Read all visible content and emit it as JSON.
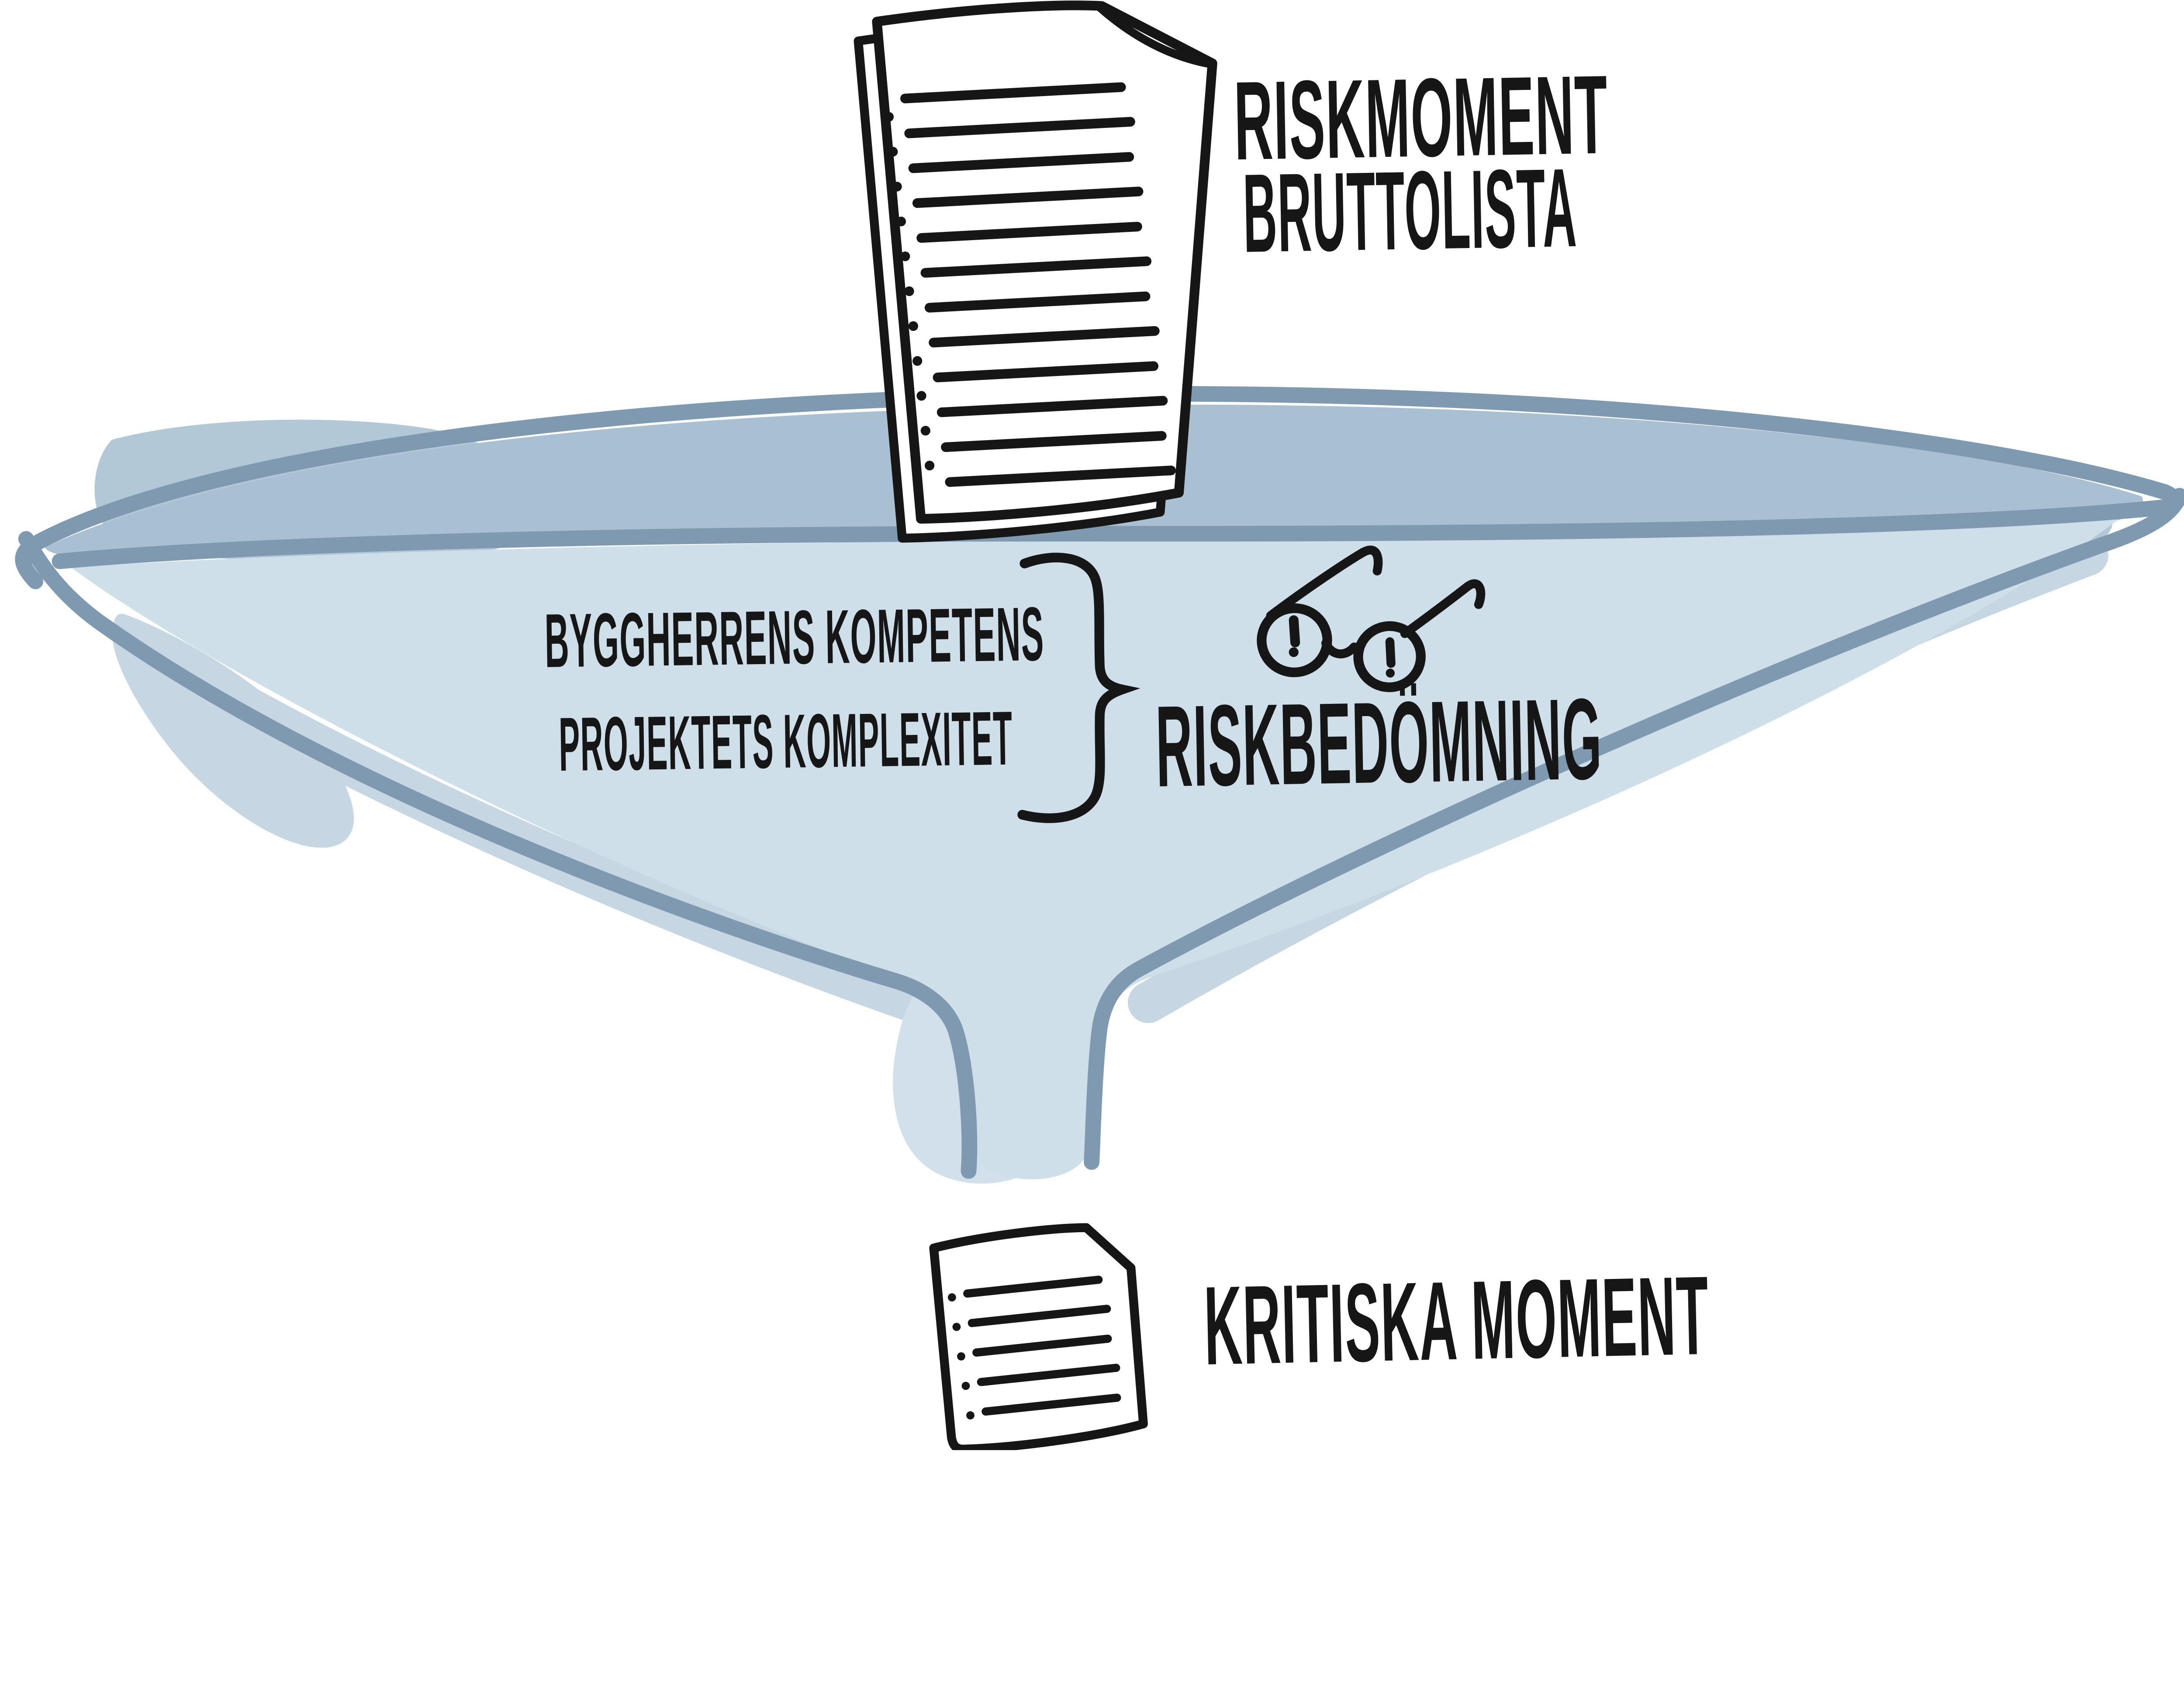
{
  "labels": {
    "bruttolista_line1": "RISKMOMENT",
    "bruttolista_line2": "BRUTTOLISTA",
    "factor1": "BYGGHERRENS KOMPETENS",
    "factor2": "PROJEKTETS KOMPLEXITET",
    "assessment": "RISKBEDÖMNING",
    "result": "KRITISKA MOMENT"
  },
  "colors": {
    "ink": "#161616",
    "funnel_stroke": "#7e99b0",
    "funnel_top_fill": "#a9c0d2",
    "funnel_body_fill": "#cfdfe9",
    "wash_dark": "#b3c8d7",
    "wash_light": "#c6d7e3",
    "wash_drip": "#d2e0eb",
    "paper": "#ffffff",
    "background": "#ffffff"
  },
  "icons": {
    "top_document": "document-list-icon",
    "bottom_document": "document-list-icon",
    "arrow": "arrow-down-icon",
    "brace": "curly-brace-icon",
    "glasses": "reading-glasses-alert-icon",
    "funnel": "funnel-shape"
  },
  "documents": {
    "top_document": {
      "line_count": 12,
      "bullet_count": 11
    },
    "bottom_document": {
      "line_count": 5,
      "bullet_count": 5
    }
  }
}
